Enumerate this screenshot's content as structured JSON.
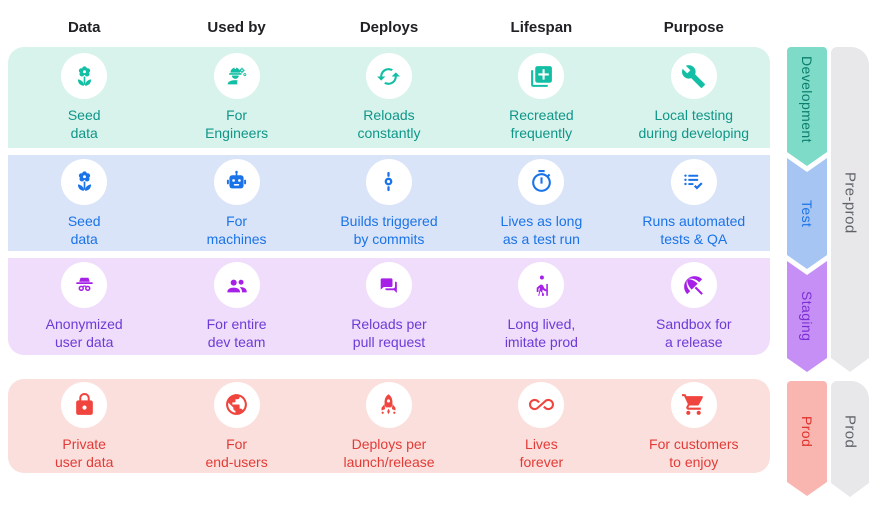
{
  "header": {
    "columns": [
      "Data",
      "Used by",
      "Deploys",
      "Lifespan",
      "Purpose"
    ]
  },
  "rows": [
    {
      "name": "development",
      "bg": "#D8F3EC",
      "icon_color": "#13BFA4",
      "text_color": "#0F9688",
      "cells": [
        {
          "icon": "seed-icon",
          "lines": [
            "Seed",
            "data"
          ]
        },
        {
          "icon": "engineer-icon",
          "lines": [
            "For",
            "Engineers"
          ]
        },
        {
          "icon": "sync-icon",
          "lines": [
            "Reloads",
            "constantly"
          ]
        },
        {
          "icon": "library-add-icon",
          "lines": [
            "Recreated",
            "frequently"
          ]
        },
        {
          "icon": "wrench-icon",
          "lines": [
            "Local testing",
            "during developing"
          ]
        }
      ]
    },
    {
      "name": "test",
      "bg": "#DAE4F8",
      "icon_color": "#1A73E8",
      "text_color": "#1A73E8",
      "cells": [
        {
          "icon": "seed-icon",
          "lines": [
            "Seed",
            "data"
          ]
        },
        {
          "icon": "robot-icon",
          "lines": [
            "For",
            "machines"
          ]
        },
        {
          "icon": "commit-icon",
          "lines": [
            "Builds triggered",
            "by commits"
          ]
        },
        {
          "icon": "timer-icon",
          "lines": [
            "Lives as long",
            "as a test run"
          ]
        },
        {
          "icon": "checklist-icon",
          "lines": [
            "Runs automated",
            "tests & QA"
          ]
        }
      ]
    },
    {
      "name": "staging",
      "bg": "#F0DCFB",
      "icon_color": "#A620E8",
      "text_color": "#6C3BD6",
      "cells": [
        {
          "icon": "incognito-icon",
          "lines": [
            "Anonymized",
            "user data"
          ]
        },
        {
          "icon": "group-icon",
          "lines": [
            "For entire",
            "dev team"
          ]
        },
        {
          "icon": "forum-icon",
          "lines": [
            "Reloads per",
            "pull request"
          ]
        },
        {
          "icon": "hiker-icon",
          "lines": [
            "Long lived,",
            "imitate prod"
          ]
        },
        {
          "icon": "beach-umbrella-icon",
          "lines": [
            "Sandbox for",
            "a release"
          ]
        }
      ]
    },
    {
      "name": "prod",
      "bg": "#FBDFDC",
      "icon_color": "#F0443E",
      "text_color": "#E23B36",
      "cells": [
        {
          "icon": "lock-icon",
          "lines": [
            "Private",
            "user data"
          ]
        },
        {
          "icon": "globe-icon",
          "lines": [
            "For",
            "end-users"
          ]
        },
        {
          "icon": "rocket-icon",
          "lines": [
            "Deploys per",
            "launch/release"
          ]
        },
        {
          "icon": "infinity-icon",
          "lines": [
            "Lives",
            "forever"
          ]
        },
        {
          "icon": "cart-icon",
          "lines": [
            "For customers",
            "to enjoy"
          ]
        }
      ]
    }
  ],
  "stage_ribbons": [
    {
      "name": "development",
      "label": "Development",
      "fill": "#7EDBC8",
      "text_color": "#0B7D6E",
      "notched": false
    },
    {
      "name": "test",
      "label": "Test",
      "fill": "#A6C5F3",
      "text_color": "#1A73E8",
      "notched": true
    },
    {
      "name": "staging",
      "label": "Staging",
      "fill": "#C58FF6",
      "text_color": "#7D2FD4",
      "notched": true
    },
    {
      "name": "prod",
      "label": "Prod",
      "fill": "#F9B6B1",
      "text_color": "#E0312B",
      "notched": false
    }
  ],
  "group_ribbons": [
    {
      "name": "preprod",
      "label": "Pre-prod",
      "fill": "#E8E8EB",
      "text_color": "#5F6368"
    },
    {
      "name": "prod",
      "label": "Prod",
      "fill": "#E8E8EB",
      "text_color": "#5F6368"
    }
  ]
}
